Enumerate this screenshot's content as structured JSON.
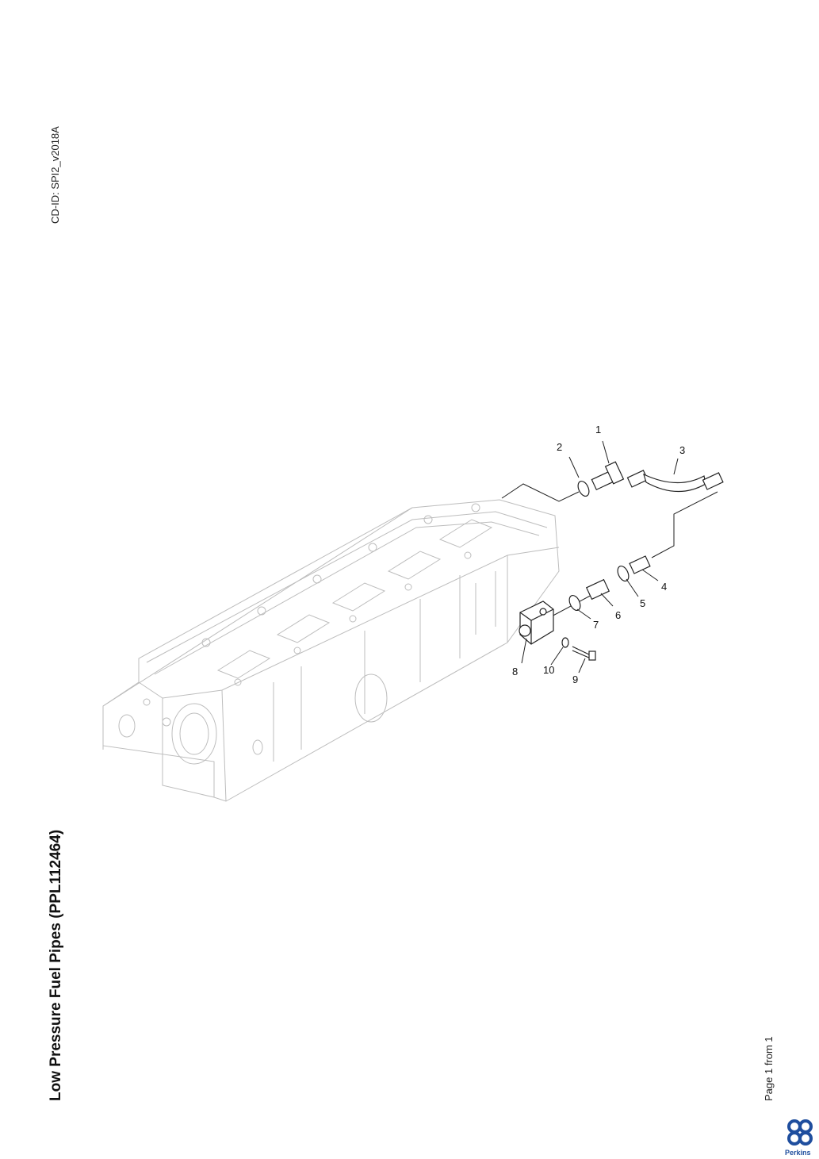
{
  "header": {
    "cd_id": "CD-ID: SPI2_v2018A"
  },
  "title": "Low Pressure Fuel Pipes (PPL112464)",
  "footer": {
    "page_label": "Page 1 from 1",
    "brand": "Perkins"
  },
  "callouts": [
    "1",
    "2",
    "3",
    "4",
    "5",
    "6",
    "7",
    "8",
    "9",
    "10"
  ],
  "colors": {
    "line": "#222222",
    "outline_faint": "#bdbdbd",
    "brand_blue": "#1f4e9e"
  },
  "icons": {
    "logo": "perkins-logo-icon"
  }
}
